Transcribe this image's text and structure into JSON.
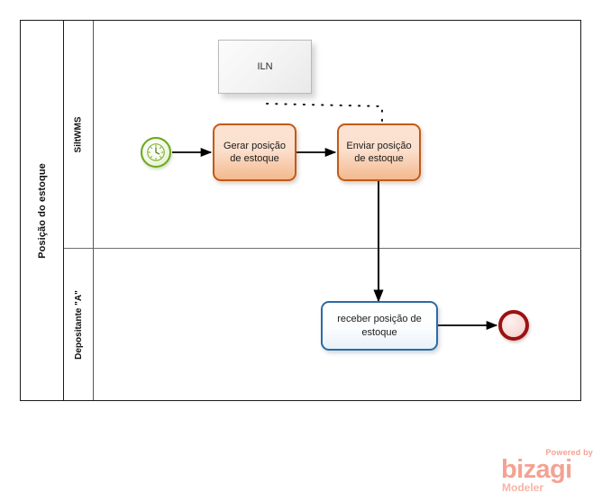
{
  "diagram": {
    "type": "bpmn-process-diagram",
    "pool": {
      "name": "Posição do estoque",
      "lanes": [
        {
          "name": "SiltWMS"
        },
        {
          "name": "Depositante \"A\""
        }
      ]
    },
    "elements": {
      "start_event": {
        "label": "",
        "kind": "timer-start-event",
        "icon": "clock-icon",
        "color": "#6aa818"
      },
      "task_gerar": {
        "label": "Gerar posição de estoque",
        "kind": "task",
        "color": "#c35a16"
      },
      "task_enviar": {
        "label": "Enviar posição de estoque",
        "kind": "task",
        "color": "#c35a16"
      },
      "task_receber": {
        "label": "receber posição de estoque",
        "kind": "task",
        "color": "#2b6ca3"
      },
      "artifact_iln": {
        "label": "ILN",
        "kind": "artifact-box"
      },
      "end_event": {
        "label": "",
        "kind": "end-event",
        "color": "#9b1111"
      }
    },
    "connectors": [
      {
        "name": "start-to-gerar",
        "kind": "sequence-flow"
      },
      {
        "name": "gerar-to-enviar",
        "kind": "sequence-flow"
      },
      {
        "name": "enviar-to-receber",
        "kind": "message-flow"
      },
      {
        "name": "receber-to-end",
        "kind": "sequence-flow"
      },
      {
        "name": "iln-to-enviar",
        "kind": "association-dotted"
      }
    ]
  },
  "branding": {
    "powered_by": "Powered by",
    "product": "bizagi",
    "edition": "Modeler",
    "color": "#f4a293"
  }
}
